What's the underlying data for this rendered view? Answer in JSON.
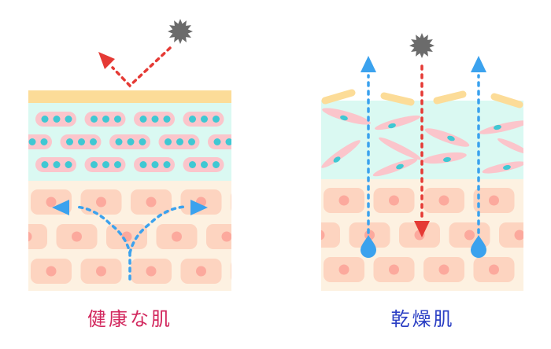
{
  "panels": {
    "healthy": {
      "caption": "健康な肌",
      "caption_color": "#d2285e",
      "uv_behavior": "reflected",
      "moisture_behavior": "retained"
    },
    "dry": {
      "caption": "乾燥肌",
      "caption_color": "#2b3fc4",
      "uv_behavior": "penetrates",
      "moisture_behavior": "escapes"
    }
  },
  "colors": {
    "sebum": "#fcdc98",
    "dermis_cyan": "#daf9f2",
    "epidermis_beige": "#fdf1e1",
    "cell": "#fdd4c0",
    "cell_nucleus": "#fca99d",
    "fiber_pink": "#fbc5cb",
    "fiber_dot": "#3fc8d3",
    "uv_red": "#e53a35",
    "water_blue": "#3ba2ee",
    "sun_gray": "#6b6b6b"
  },
  "icons": [
    "sun-icon",
    "arrow-icon",
    "water-drop-icon"
  ]
}
